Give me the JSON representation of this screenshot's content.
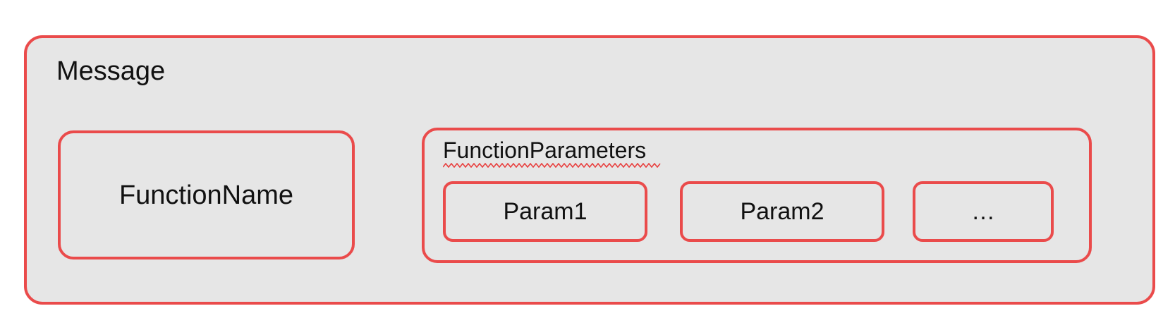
{
  "diagram": {
    "title": "Message",
    "colors": {
      "border": "#ea4b4b",
      "fill": "#e6e6e6",
      "text": "#111111",
      "background": "#ffffff",
      "spellcheck_squiggle": "#e8403f"
    },
    "function_name": {
      "label": "FunctionName"
    },
    "function_parameters": {
      "label": "FunctionParameters",
      "has_spellcheck_underline": true,
      "params": [
        {
          "label": "Param1"
        },
        {
          "label": "Param2"
        },
        {
          "label": "…"
        }
      ]
    }
  }
}
